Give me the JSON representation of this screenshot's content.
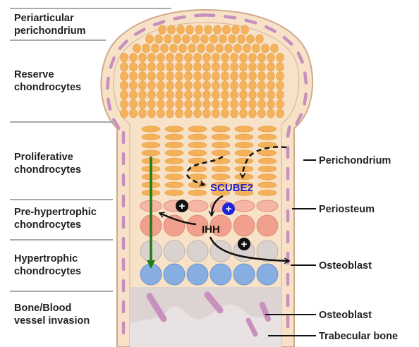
{
  "colors": {
    "bone_fill": "#f7e2c8",
    "bone_outline": "#cfa98c",
    "perichondrium_dash": "#c790bd",
    "reserve_cell": "#f4b25c",
    "proliferative_cell": "#f3b15a",
    "prehypertrophic_cell": "#f2a08e",
    "hypertrophic_gray_cell": "#d9d2cf",
    "hypertrophic_blue_cell": "#86aee0",
    "invasion_zone": "#ddd3d3",
    "trabecular_zone": "#e7e1e1",
    "green_arrow": "#1f7a12",
    "scube2_text": "#1d1fd6",
    "plus_dark": "#111111",
    "plus_blue": "#1d25d8",
    "divider": "#a9a9a9",
    "text": "#222222"
  },
  "left_labels": [
    {
      "id": "periarticular",
      "lines": [
        "Periarticular",
        "perichondrium"
      ]
    },
    {
      "id": "reserve",
      "lines": [
        "Reserve",
        "chondrocytes"
      ]
    },
    {
      "id": "proliferative",
      "lines": [
        "Proliferative",
        "chondrocytes"
      ]
    },
    {
      "id": "prehypertrophic",
      "lines": [
        "Pre-hypertrophic",
        "chondrocytes"
      ]
    },
    {
      "id": "hypertrophic",
      "lines": [
        "Hypertrophic",
        "chondrocytes"
      ]
    },
    {
      "id": "invasion",
      "lines": [
        "Bone/Blood",
        "vessel invasion"
      ]
    }
  ],
  "right_labels": [
    {
      "id": "perichondrium",
      "text": "Perichondrium"
    },
    {
      "id": "periosteum",
      "text": "Periosteum"
    },
    {
      "id": "osteoblast-1",
      "text": "Osteoblast"
    },
    {
      "id": "osteoblast-2",
      "text": "Osteoblast"
    },
    {
      "id": "trabecular",
      "text": "Trabecular bone"
    }
  ],
  "genes": {
    "scube2": "SCUBE2",
    "ihh": "IHH"
  },
  "plus_sign": "+"
}
